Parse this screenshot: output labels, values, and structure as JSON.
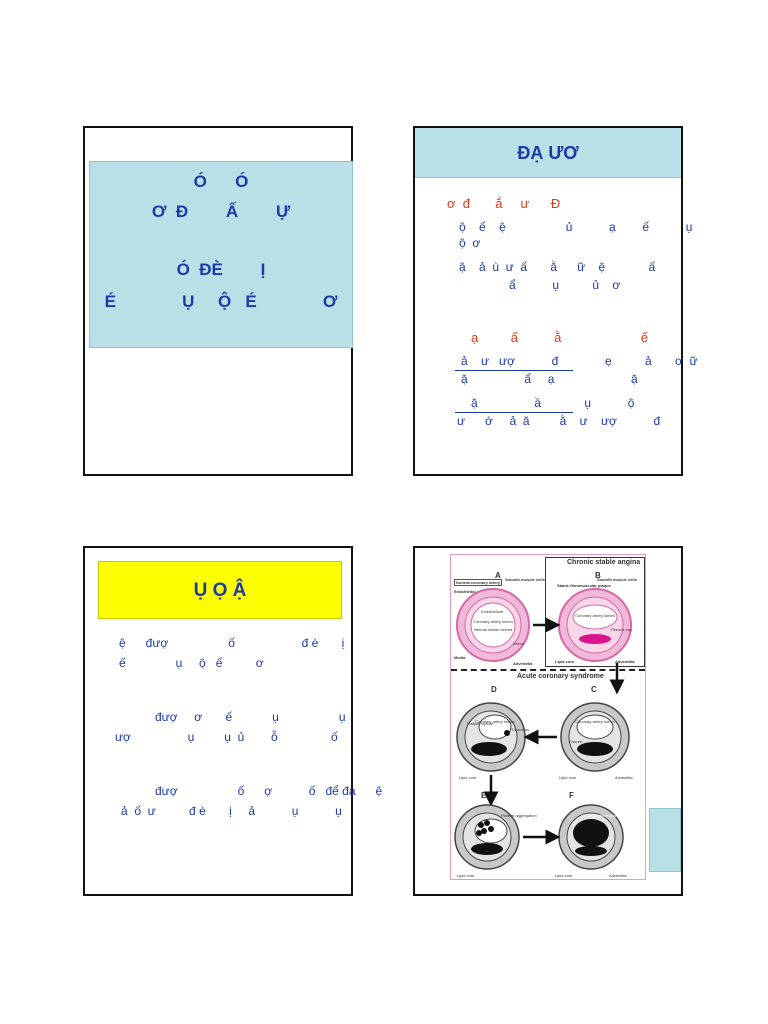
{
  "slide1": {
    "lines": [
      "Ó      Ó",
      "Ơ  Đ        Ấ        Ự",
      "Ó  ĐÈ        Ị",
      "É              Ụ     Ộ   É              Ơ"
    ]
  },
  "slide2": {
    "title": "ĐẠ     ƯƠ",
    "section1_title": "ơ  đ       ắ     ư      Đ",
    "p1_line1": "ộ    ế    ệ                  ủ           ạ        ế           ụ",
    "p1_line2": "ộ  ơ",
    "p2_line1": "ậ    ả  ù  ư  ấ       ằ      ữ    ệ             ấ",
    "p2_line2": "ẩ           ụ          ủ    ơ",
    "section2_title": "ạ         ấ          ằ                      ế",
    "p3_line1": "ả    ư   ượ           đ              ẹ          ả       ơ  ữ",
    "p3_line2": "ặ                 ẩ     ạ                       ặ",
    "p4_line1": "ặ                 ầ             ụ           ộ",
    "p4_line2": "ư      ớ     ả  ă         ằ    ư    ượ           đ"
  },
  "slide3": {
    "title": "Ụ              Ọ     Ậ",
    "b1_line1": "ệ      đượ                  ố                    đ è       ị",
    "b1_line2": "ế               ụ     ộ   ế          ơ",
    "b2_line1": "đượ     ơ       ế            ụ                  ụ",
    "b2_line2": "ượ                 ụ         ụ  ủ        ỗ                ố",
    "b3_line1": "đượ                  ố      ợ           ố   để đạ      ệ",
    "b3_line2": "ả  ố  ư          đ è       ị     ả           ụ           ụ"
  },
  "slide4": {
    "labels": {
      "chronic": "Chronic stable angina",
      "acute": "Acute coronary syndrome",
      "a": "A",
      "b": "B",
      "c": "C",
      "d": "D",
      "e": "E",
      "f": "F",
      "normal": "Normal coronary artery",
      "smc": "Smooth muscle cells",
      "endo_cells": "Endothelial cells",
      "endothelium": "Endothelium",
      "lumen": "Coronary artery lumen",
      "iel": "Internal elastic lamina",
      "intima": "Intima",
      "media": "Media",
      "adventitia": "Adventitia",
      "lipid_core": "Lipid core",
      "fibrous_cap": "Fibrous cap",
      "stable": "Stable fibromuscular plaque",
      "plaque_rupture": "Plaque rupture",
      "thrombus": "Thrombus",
      "platelet": "Platelet aggregation",
      "occlusive": "Occlusive thrombus",
      "fissure": "Fissure"
    }
  }
}
